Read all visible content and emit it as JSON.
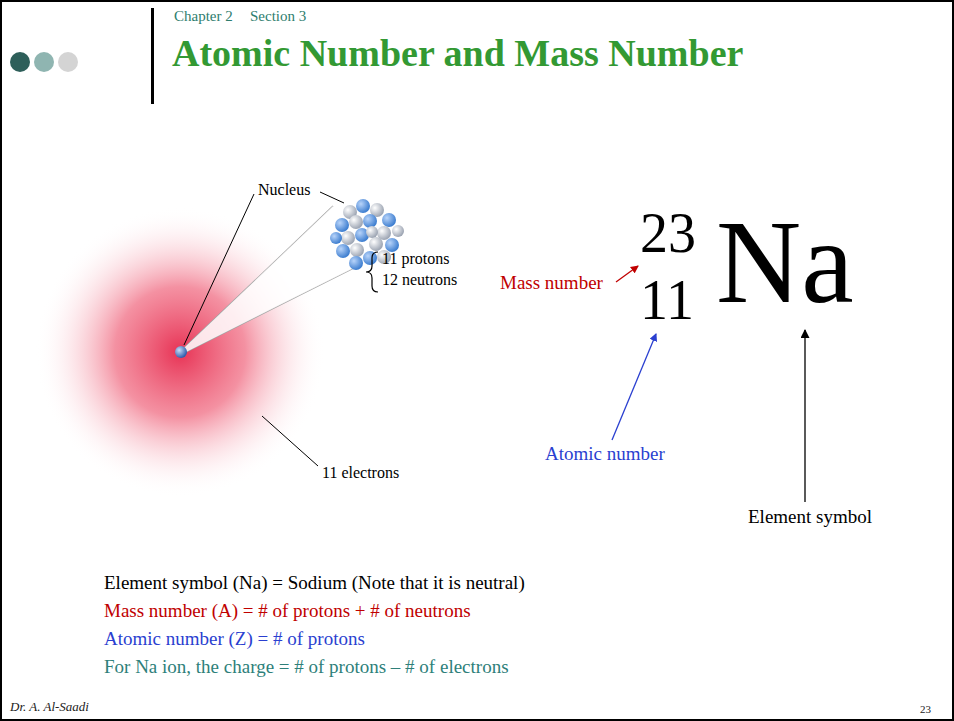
{
  "diagram": {
    "title": "Atomic Number and Mass Number",
    "labels": [
      "Chapter 2",
      "Section 3",
      "Nucleus",
      "11 protons",
      "12 neutrons",
      "11 electrons",
      "Mass number",
      "23",
      "11",
      "Na",
      "Atomic number",
      "Element symbol",
      "Element symbol (Na) = Sodium (Note that it is neutral)",
      "Mass number (A) = # of protons + # of neutrons",
      "Atomic number (Z) = # of protons",
      "For Na ion, the charge = # of protons – # of electrons",
      "Dr. A. Al-Saadi",
      "23"
    ]
  }
}
